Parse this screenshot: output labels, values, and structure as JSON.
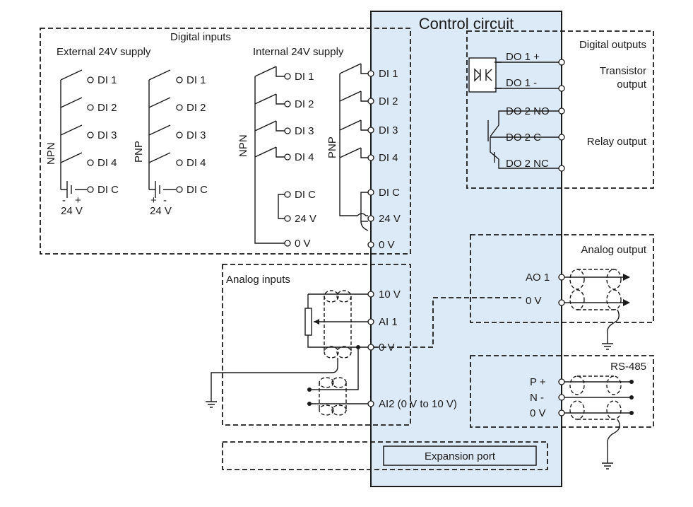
{
  "colors": {
    "panel_fill": "#dce9f6",
    "line": "#1a1a1a",
    "background": "#ffffff"
  },
  "control_circuit": {
    "title": "Control circuit"
  },
  "digital_inputs": {
    "title": "Digital inputs",
    "external_supply_label": "External 24V supply",
    "internal_supply_label": "Internal 24V supply",
    "npn_label": "NPN",
    "pnp_label": "PNP",
    "ext_npn": {
      "terminals": [
        "DI 1",
        "DI 2",
        "DI 3",
        "DI 4"
      ],
      "common": "DI C",
      "minus": "-",
      "plus": "+",
      "supply": "24 V"
    },
    "ext_pnp": {
      "terminals": [
        "DI 1",
        "DI 2",
        "DI 3",
        "DI 4"
      ],
      "common": "DI C",
      "plus": "+",
      "minus": "-",
      "supply": "24 V"
    },
    "int_npn": {
      "terminals": [
        "DI 1",
        "DI 2",
        "DI 3",
        "DI 4"
      ],
      "common": "DI C",
      "supply": "24 V",
      "zero": "0 V"
    },
    "panel_terminals": [
      "DI 1",
      "DI 2",
      "DI 3",
      "DI 4",
      "DI C",
      "24 V",
      "0 V"
    ]
  },
  "digital_outputs": {
    "title": "Digital outputs",
    "transistor_label_line1": "Transistor",
    "transistor_label_line2": "output",
    "relay_label": "Relay output",
    "terminals": [
      "DO 1 +",
      "DO 1 -",
      "DO 2 NO",
      "DO 2 C",
      "DO 2 NC"
    ]
  },
  "analog_inputs": {
    "title": "Analog inputs",
    "terminals": [
      "10 V",
      "AI 1",
      "0 V",
      "AI2 (0 V to 10 V)"
    ]
  },
  "analog_output": {
    "title": "Analog output",
    "terminals": [
      "AO 1",
      "0 V"
    ]
  },
  "rs485": {
    "title": "RS-485",
    "terminals": [
      "P +",
      "N -",
      "0 V"
    ]
  },
  "expansion_port": {
    "label": "Expansion port"
  }
}
